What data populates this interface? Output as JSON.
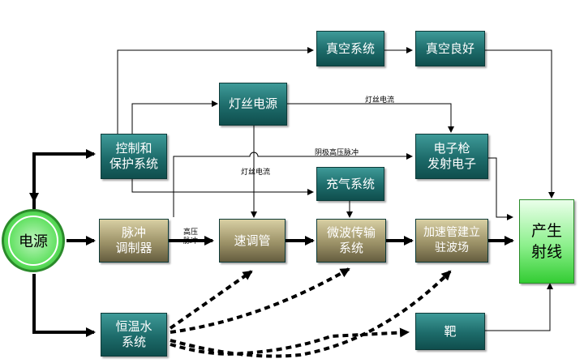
{
  "nodes": {
    "power": "电源",
    "control": "控制和\n保护系统",
    "vacuum_system": "真空系统",
    "vacuum_good": "真空良好",
    "filament_power": "灯丝电源",
    "electron_gun": "电子枪\n发射电子",
    "gas_fill": "充气系统",
    "pulse_modulator": "脉冲\n调制器",
    "klystron": "速调管",
    "waveguide": "微波传输\n系统",
    "accel_tube": "加速管建立\n驻波场",
    "ray_output": "产生\n射线",
    "water_system": "恒温水\n系统",
    "target": "靶"
  },
  "labels": {
    "filament_current_top": "灯丝电流",
    "filament_current_mid": "灯丝电流",
    "cathode_pulse": "阴极高压脉冲",
    "hv_pulse": "高压\n脉冲"
  },
  "colors": {
    "teal": "#1d6b6a",
    "tan": "#9c9268",
    "green": "#5ee05e",
    "line": "#000000"
  }
}
